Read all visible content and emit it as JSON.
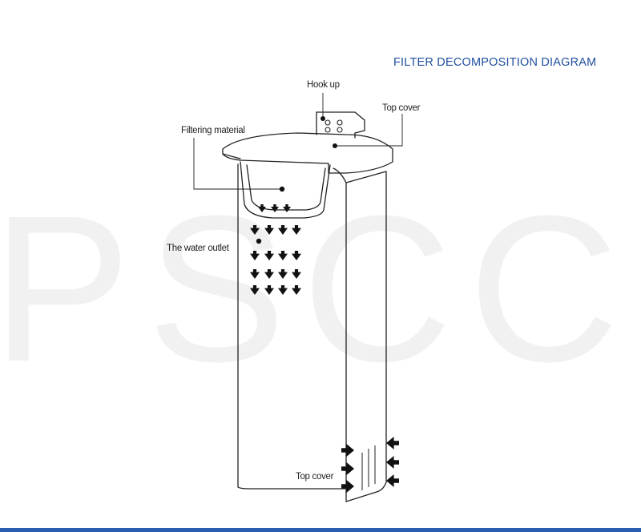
{
  "title": "FILTER DECOMPOSITION DIAGRAM",
  "watermark": "PSCCC",
  "labels": {
    "hook_up": "Hook up",
    "top_cover": "Top cover",
    "filtering_material": "Filtering material",
    "water_outlet": "The water outlet",
    "top_cover_bottom": "Top cover"
  },
  "colors": {
    "title": "#1f4f9e",
    "line": "#222222",
    "accent_bar": "#2a5fb0",
    "watermark": "#f1f1f1"
  }
}
